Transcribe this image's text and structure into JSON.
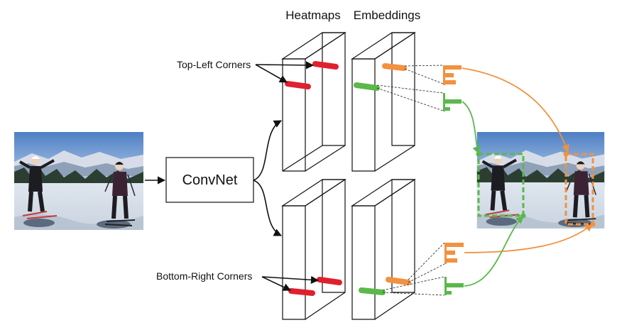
{
  "labels": {
    "heatmaps": "Heatmaps",
    "embeddings": "Embeddings",
    "convnet": "ConvNet",
    "top_left": "Top-Left Corners",
    "bottom_right": "Bottom-Right Corners"
  },
  "colors": {
    "heat": "#e0202e",
    "orange": "#f2913f",
    "green": "#5bb84a",
    "stroke": "#111111"
  },
  "images": {
    "input": "ski-photo-input",
    "output": "ski-photo-output"
  }
}
